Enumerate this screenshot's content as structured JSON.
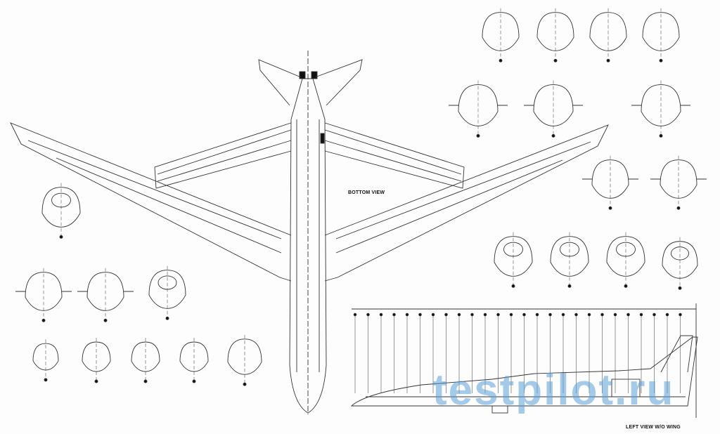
{
  "labels": {
    "bottom_view": "BOTTOM VIEW",
    "left_view": "LEFT VIEW W/O WING"
  },
  "watermark": "testpilot.ru",
  "colors": {
    "line": "#333333",
    "watermark": "#5aa0d7",
    "background": "#fdfdfd"
  }
}
